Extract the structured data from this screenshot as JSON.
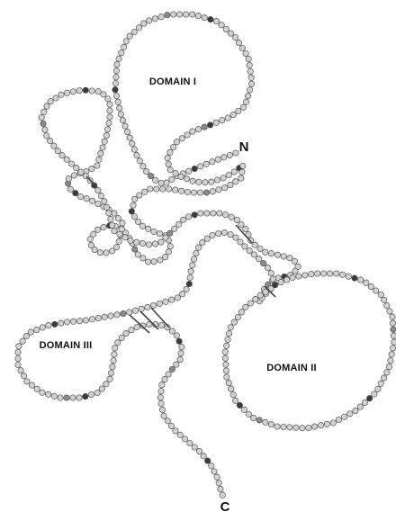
{
  "diagram": {
    "labels": {
      "domain_1": "DOMAIN I",
      "domain_2": "DOMAIN II",
      "domain_3": "DOMAIN III",
      "n_terminus": "N",
      "c_terminus": "C"
    },
    "colors": {
      "residue_fill": "#d2d2d2",
      "residue_stroke": "#555555",
      "highlight_dark": "#3a3a3a",
      "highlight_mid": "#8a8a8a",
      "bond": "#444444",
      "label": "#111111"
    }
  }
}
